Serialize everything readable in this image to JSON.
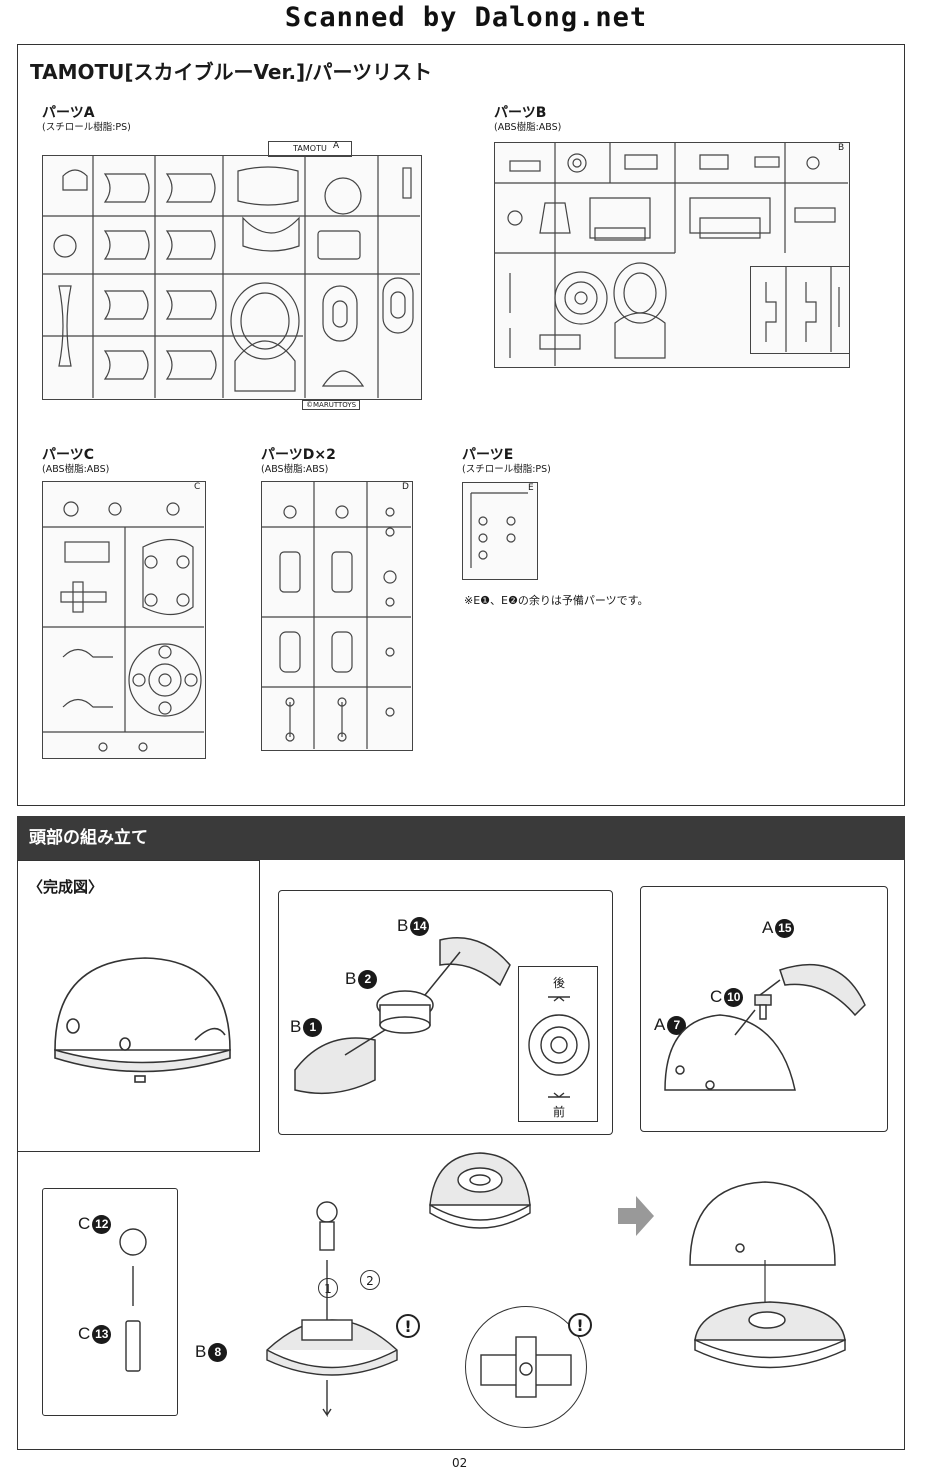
{
  "watermark": "Scanned by Dalong.net",
  "parts_list": {
    "title": "TAMOTU[スカイブルーVer.]/パーツリスト",
    "runners": [
      {
        "label": "パーツA",
        "material": "(スチロール樹脂:PS)",
        "tag": "TAMOTU",
        "letter": "A",
        "maker": "©MARUTTOYS"
      },
      {
        "label": "パーツB",
        "material": "(ABS樹脂:ABS)",
        "letter": "B"
      },
      {
        "label": "パーツC",
        "material": "(ABS樹脂:ABS)",
        "letter": "C"
      },
      {
        "label": "パーツD×2",
        "material": "(ABS樹脂:ABS)",
        "letter": "D"
      },
      {
        "label": "パーツE",
        "material": "(スチロール樹脂:PS)",
        "letter": "E"
      }
    ],
    "note": "※E❶、E❷の余りは予備パーツです。"
  },
  "head_assembly": {
    "title": "頭部の組み立て",
    "completed_label": "〈完成図〉",
    "callouts": [
      {
        "letter": "B",
        "num": "14"
      },
      {
        "letter": "B",
        "num": "2"
      },
      {
        "letter": "B",
        "num": "1"
      },
      {
        "letter": "A",
        "num": "15"
      },
      {
        "letter": "C",
        "num": "10"
      },
      {
        "letter": "A",
        "num": "7"
      },
      {
        "letter": "C",
        "num": "12"
      },
      {
        "letter": "C",
        "num": "13"
      },
      {
        "letter": "B",
        "num": "8"
      }
    ],
    "back_label": "後",
    "front_label": "前",
    "step1": "1",
    "step2": "2"
  },
  "page_number": "02"
}
